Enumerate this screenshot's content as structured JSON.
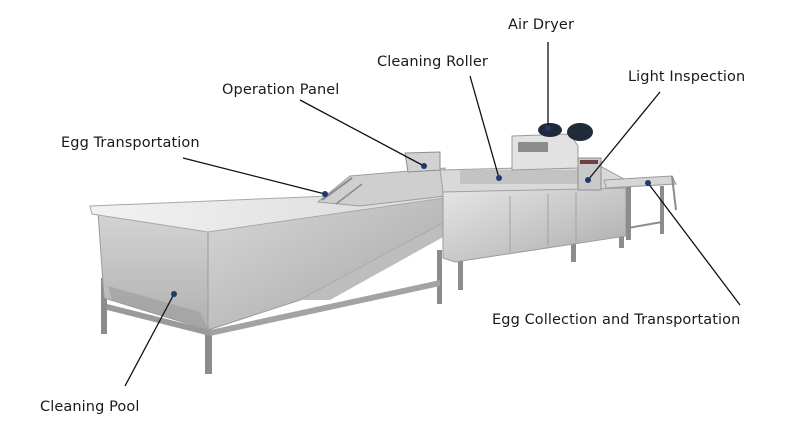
{
  "labels": {
    "air_dryer": "Air Dryer",
    "cleaning_roller": "Cleaning Roller",
    "light_inspection": "Light Inspection",
    "operation_panel": "Operation Panel",
    "egg_transportation": "Egg Transportation",
    "egg_collection": "Egg Collection and Transportation",
    "cleaning_pool": "Cleaning Pool"
  },
  "colors": {
    "background": "#ffffff",
    "steel_light": "#dcdcdc",
    "steel_mid": "#b9b9b9",
    "steel_dark": "#8e8e8e",
    "leader_line": "#111111",
    "marker_dot": "#1f3a6b",
    "text": "#1a1a1a"
  }
}
